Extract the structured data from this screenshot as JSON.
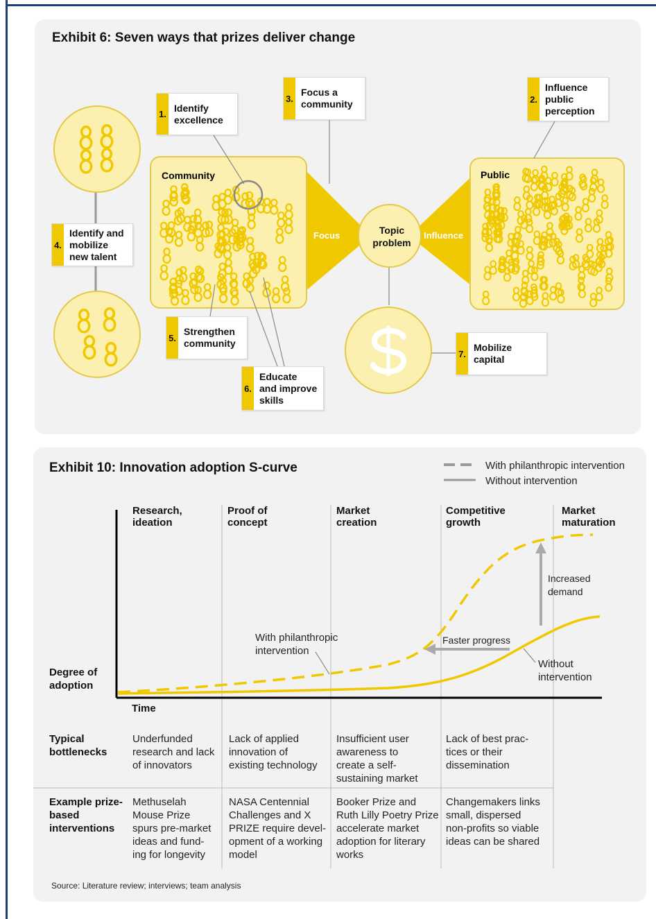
{
  "exhibit6": {
    "title": "Exhibit 6: Seven ways that prizes deliver change",
    "community_label": "Community",
    "public_label": "Public",
    "focus_label": "Focus",
    "influence_label": "Influence",
    "topic_label": "Topic\nproblem",
    "capital_icon": "dollar-sign-icon",
    "labels": [
      {
        "num": "1.",
        "text": "Identify\nexcellence"
      },
      {
        "num": "2.",
        "text": "Influence\npublic\nperception"
      },
      {
        "num": "3.",
        "text": "Focus a\ncommunity"
      },
      {
        "num": "4.",
        "text": "Identify and\nmobilize\nnew talent"
      },
      {
        "num": "5.",
        "text": "Strengthen\ncommunity"
      },
      {
        "num": "6.",
        "text": "Educate\nand improve\nskills"
      },
      {
        "num": "7.",
        "text": "Mobilize\ncapital"
      }
    ],
    "colors": {
      "accent": "#f0c800",
      "light": "#fcf0b0",
      "stroke": "#e4c84a"
    }
  },
  "exhibit10": {
    "title": "Exhibit 10: Innovation adoption S-curve",
    "legend": [
      {
        "label": "With philanthropic intervention",
        "style": "dashed"
      },
      {
        "label": "Without intervention",
        "style": "solid"
      }
    ],
    "stages": [
      "Research,\nideation",
      "Proof of\nconcept",
      "Market\ncreation",
      "Competitive\ngrowth",
      "Market\nmaturation"
    ],
    "y_axis_label": "Degree of\nadoption",
    "x_axis_label": "Time",
    "annotations": {
      "with": "With philanthropic\nintervention",
      "faster": "Faster progress",
      "increased": "Increased\ndemand",
      "without": "Without\nintervention"
    },
    "bottlenecks_label": "Typical\nbottlenecks",
    "bottlenecks": [
      "Underfunded\nresearch and lack\nof innovators",
      "Lack of applied\ninnovation of\nexisting technology",
      "Insufficient user\nawareness to\ncreate a self-\nsustaining market",
      "Lack of best prac-\ntices or their\ndissemination"
    ],
    "examples_label": "Example prize-\nbased\ninterventions",
    "examples": [
      "Methuselah\nMouse Prize\nspurs pre-market\nideas and fund-\ning for longevity",
      "NASA Centennial\nChallenges and X\nPRIZE require devel-\nopment of a working\nmodel",
      "Booker Prize and\nRuth Lilly Poetry Prize\naccelerate market\nadoption for literary\nworks",
      "Changemakers links\nsmall, dispersed\nnon-profits so viable\nideas can be shared"
    ],
    "source": "Source: Literature review; interviews; team analysis"
  }
}
